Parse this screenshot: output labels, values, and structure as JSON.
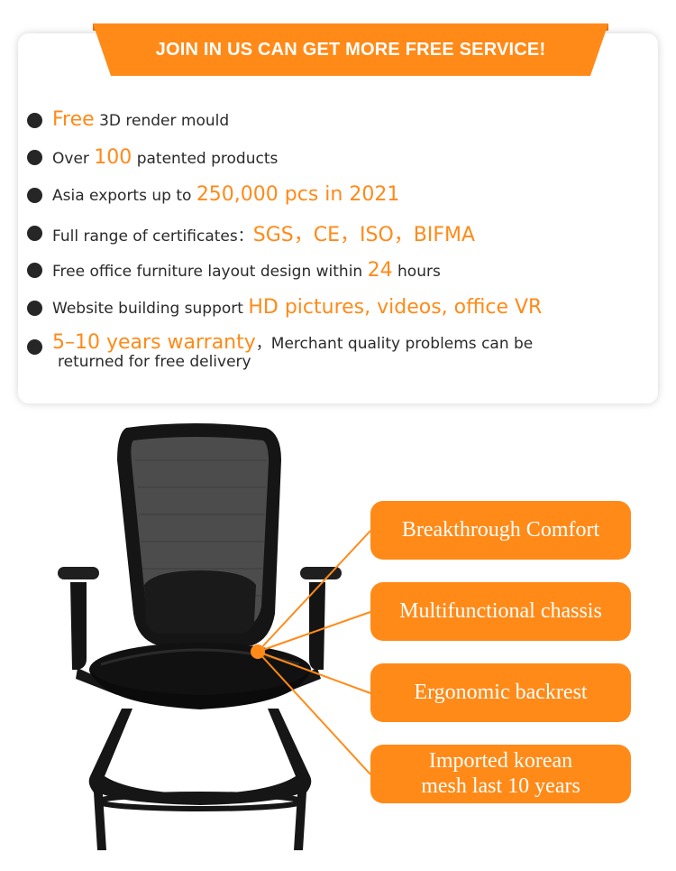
{
  "banner": {
    "title": "JOIN IN US CAN GET MORE FREE SERVICE!"
  },
  "features": [
    {
      "hl": "Free",
      "rest": " 3D render mould"
    },
    {
      "pre": "Over ",
      "hl": "100",
      "rest": " patented products"
    },
    {
      "pre": "Asia exports up to ",
      "hl": "250,000 pcs in 2021"
    },
    {
      "pre": "Full range of certificates：",
      "hl": "SGS，CE，ISO，BIFMA"
    },
    {
      "pre": "Free office furniture layout design within ",
      "hl": "24",
      "rest": " hours"
    },
    {
      "pre": "Website building support ",
      "hl": "HD pictures, videos, office VR"
    },
    {
      "hl": "5–10 years warranty",
      "rest": "，Merchant quality problems can be",
      "rest2": "returned for free delivery"
    }
  ],
  "callouts": [
    "Breakthrough Comfort",
    "Multifunctional chassis",
    "Ergonomic backrest",
    "Imported korean mesh last 10 years"
  ],
  "colors": {
    "accent": "#ff8a18",
    "text": "#2a2a2a",
    "bullet": "#262626"
  }
}
